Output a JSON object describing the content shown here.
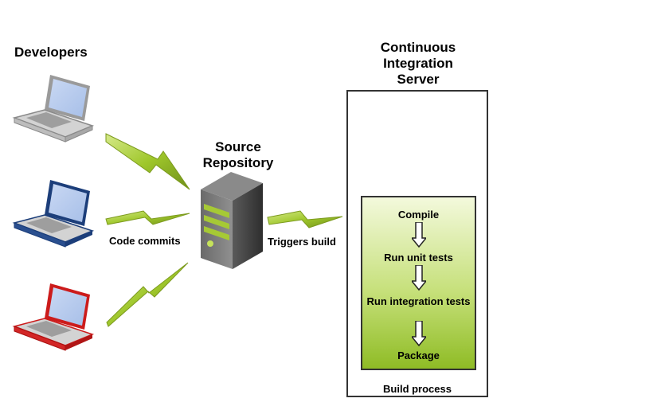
{
  "labels": {
    "developers": "Developers",
    "source_repository": [
      "Source",
      "Repository"
    ],
    "ci_server": [
      "Continuous",
      "Integration",
      "Server"
    ],
    "code_commits": "Code commits",
    "triggers_build": "Triggers build",
    "build_process": "Build process"
  },
  "build_steps": [
    "Compile",
    "Run unit tests",
    "Run integration tests",
    "Package"
  ],
  "developer_laptops": [
    {
      "name": "laptop-gray",
      "color": "#9a9a9a"
    },
    {
      "name": "laptop-blue",
      "color": "#1c3e7a"
    },
    {
      "name": "laptop-red",
      "color": "#cc1b1b"
    }
  ],
  "colors": {
    "lightning": "#a6c935",
    "build_green": "#a9cf3f",
    "server_dark": "#3a3a3a",
    "server_stripe": "#a6c935"
  }
}
